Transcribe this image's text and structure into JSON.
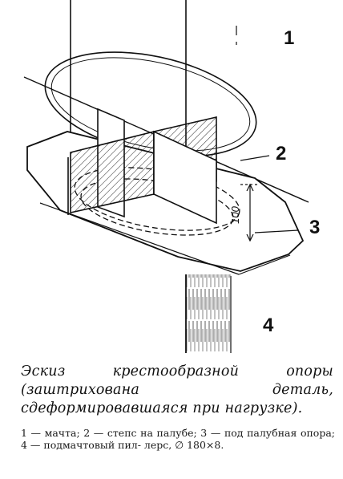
{
  "figure": {
    "callouts": [
      "1",
      "2",
      "3",
      "4"
    ],
    "dimension_label": "100"
  },
  "caption": "Эскиз крестообразной опоры (заштрихована деталь, сдеформировавшаяся при нагрузке).",
  "legend": "1 — мачта; 2 — степс на палубе; 3 — под палубная опора; 4 — подмачтовый пил- лерс, ∅ 180×8."
}
